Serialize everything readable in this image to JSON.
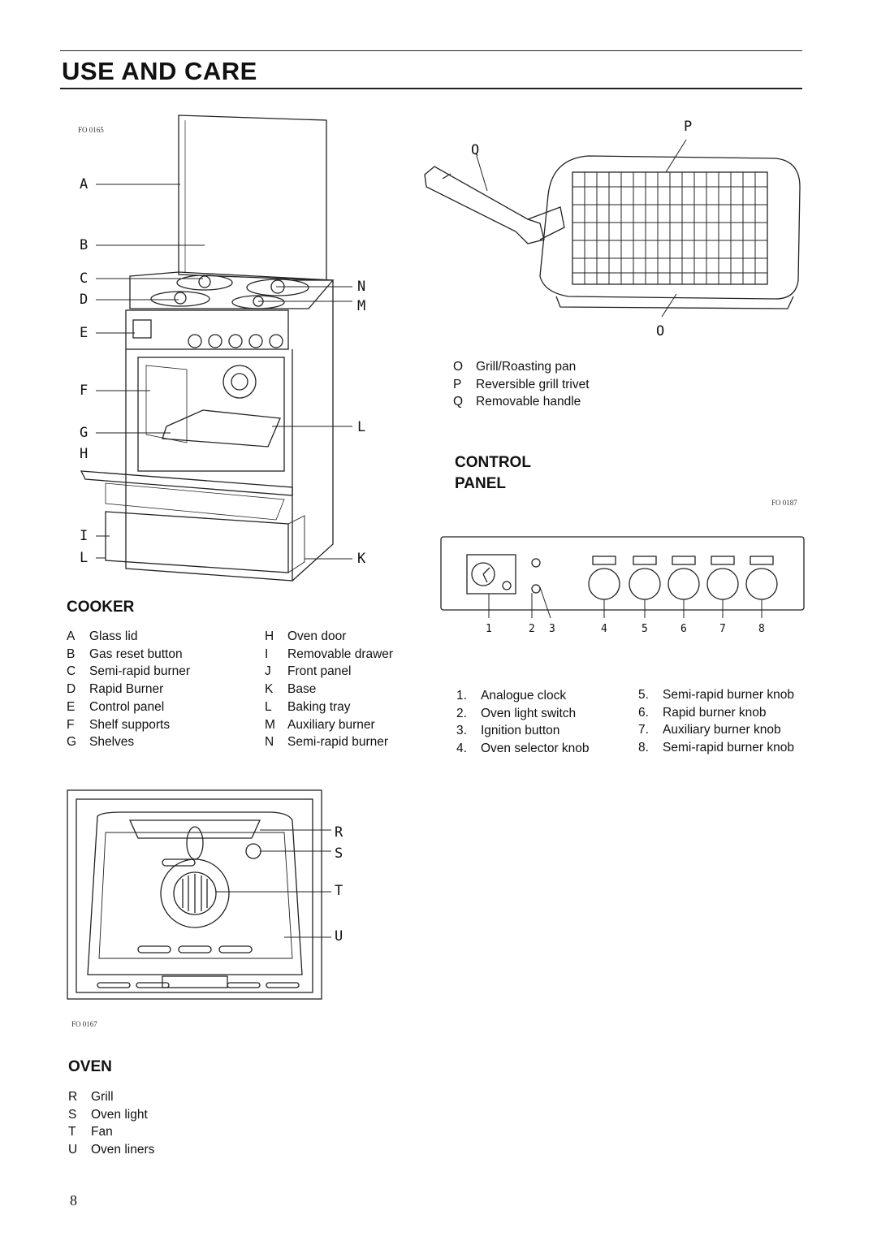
{
  "page": {
    "title": "USE AND CARE",
    "page_number": "8"
  },
  "cooker": {
    "figure_code": "FO 0165",
    "heading": "COOKER",
    "callouts": {
      "a": "A",
      "b": "B",
      "c": "C",
      "d": "D",
      "e": "E",
      "f": "F",
      "g": "G",
      "h": "H",
      "i": "I",
      "l_left": "L",
      "n": "N",
      "m": "M",
      "l_right": "L",
      "k": "K"
    },
    "legend_left": [
      {
        "key": "A",
        "label": "Glass lid"
      },
      {
        "key": "B",
        "label": "Gas reset button"
      },
      {
        "key": "C",
        "label": "Semi-rapid burner"
      },
      {
        "key": "D",
        "label": "Rapid Burner"
      },
      {
        "key": "E",
        "label": "Control panel"
      },
      {
        "key": "F",
        "label": "Shelf supports"
      },
      {
        "key": "G",
        "label": "Shelves"
      }
    ],
    "legend_right": [
      {
        "key": "H",
        "label": "Oven door"
      },
      {
        "key": "I",
        "label": "Removable drawer"
      },
      {
        "key": "J",
        "label": "Front panel"
      },
      {
        "key": "K",
        "label": "Base"
      },
      {
        "key": "L",
        "label": "Baking tray"
      },
      {
        "key": "M",
        "label": "Auxiliary burner"
      },
      {
        "key": "N",
        "label": "Semi-rapid burner"
      }
    ]
  },
  "grill": {
    "callouts": {
      "o": "O",
      "p": "P",
      "q": "Q"
    },
    "legend": [
      {
        "key": "O",
        "label": "Grill/Roasting pan"
      },
      {
        "key": "P",
        "label": "Reversible grill trivet"
      },
      {
        "key": "Q",
        "label": "Removable handle"
      }
    ]
  },
  "control_panel": {
    "heading_line1": "CONTROL",
    "heading_line2": "PANEL",
    "figure_code": "FO 0187",
    "numbers": [
      "1",
      "2",
      "3",
      "4",
      "5",
      "6",
      "7",
      "8"
    ],
    "list_left": [
      {
        "key": "1.",
        "label": "Analogue clock"
      },
      {
        "key": "2.",
        "label": "Oven light switch"
      },
      {
        "key": "3.",
        "label": "Ignition button"
      },
      {
        "key": "4.",
        "label": "Oven selector knob"
      }
    ],
    "list_right": [
      {
        "key": "5.",
        "label": "Semi-rapid burner knob"
      },
      {
        "key": "6.",
        "label": "Rapid burner knob"
      },
      {
        "key": "7.",
        "label": "Auxiliary burner knob"
      },
      {
        "key": "8.",
        "label": "Semi-rapid burner knob"
      }
    ]
  },
  "oven": {
    "figure_code": "FO 0167",
    "heading": "OVEN",
    "callouts": {
      "r": "R",
      "s": "S",
      "t": "T",
      "u": "U"
    },
    "legend": [
      {
        "key": "R",
        "label": "Grill"
      },
      {
        "key": "S",
        "label": "Oven light"
      },
      {
        "key": "T",
        "label": "Fan"
      },
      {
        "key": "U",
        "label": "Oven liners"
      }
    ]
  }
}
